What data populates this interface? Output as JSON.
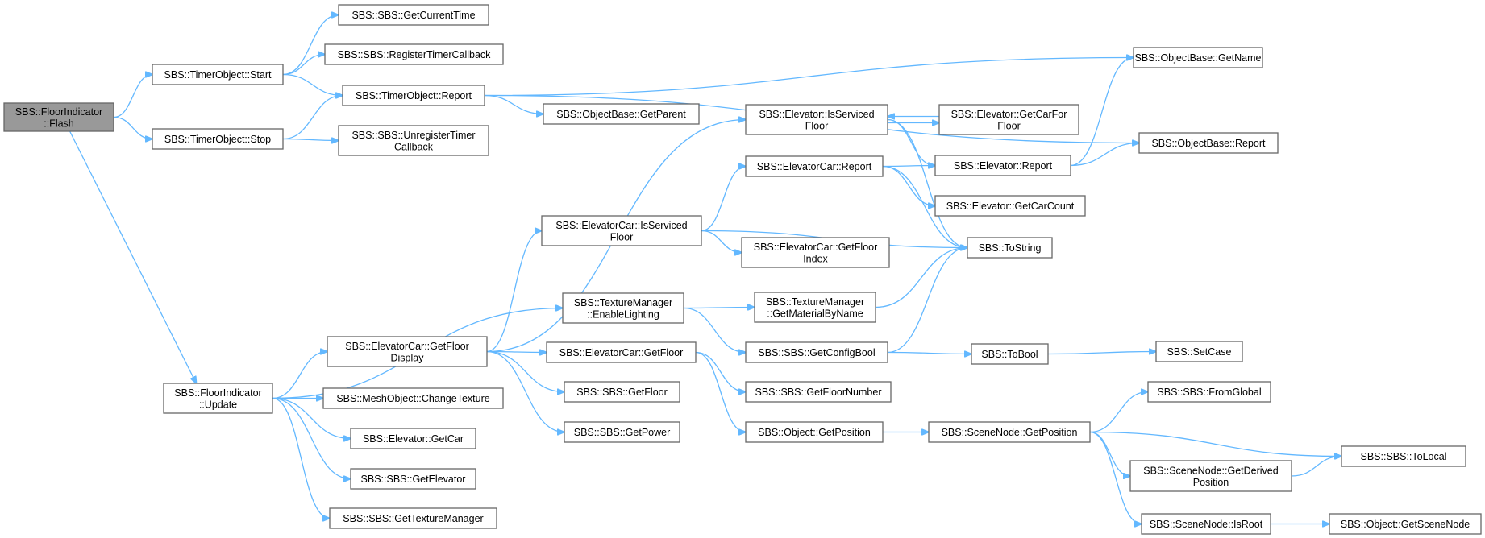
{
  "title": "",
  "colors": {
    "edge": "#63b8ff",
    "root_fill": "#999999",
    "node_fill": "#ffffff",
    "node_stroke": "#666666"
  },
  "nodes": [
    {
      "id": "flash",
      "label": [
        "SBS::FloorIndicator",
        "::Flash"
      ],
      "root": true
    },
    {
      "id": "timer_start",
      "label": [
        "SBS::TimerObject::Start"
      ]
    },
    {
      "id": "timer_stop",
      "label": [
        "SBS::TimerObject::Stop"
      ]
    },
    {
      "id": "fi_update",
      "label": [
        "SBS::FloorIndicator",
        "::Update"
      ]
    },
    {
      "id": "get_current_time",
      "label": [
        "SBS::SBS::GetCurrentTime"
      ]
    },
    {
      "id": "register_timer",
      "label": [
        "SBS::SBS::RegisterTimerCallback"
      ]
    },
    {
      "id": "timer_report",
      "label": [
        "SBS::TimerObject::Report"
      ]
    },
    {
      "id": "unregister_timer",
      "label": [
        "SBS::SBS::UnregisterTimer",
        "Callback"
      ]
    },
    {
      "id": "ob_get_parent",
      "label": [
        "SBS::ObjectBase::GetParent"
      ]
    },
    {
      "id": "ob_get_name",
      "label": [
        "SBS::ObjectBase::GetName"
      ]
    },
    {
      "id": "ob_report",
      "label": [
        "SBS::ObjectBase::Report"
      ]
    },
    {
      "id": "el_is_serviced",
      "label": [
        "SBS::Elevator::IsServiced",
        "Floor"
      ]
    },
    {
      "id": "el_get_car_for_floor",
      "label": [
        "SBS::Elevator::GetCarFor",
        "Floor"
      ]
    },
    {
      "id": "el_report",
      "label": [
        "SBS::Elevator::Report"
      ]
    },
    {
      "id": "ec_report",
      "label": [
        "SBS::ElevatorCar::Report"
      ]
    },
    {
      "id": "el_get_car_count",
      "label": [
        "SBS::Elevator::GetCarCount"
      ]
    },
    {
      "id": "ec_is_serviced",
      "label": [
        "SBS::ElevatorCar::IsServiced",
        "Floor"
      ]
    },
    {
      "id": "to_string",
      "label": [
        "SBS::ToString"
      ]
    },
    {
      "id": "ec_get_floor_index",
      "label": [
        "SBS::ElevatorCar::GetFloor",
        "Index"
      ]
    },
    {
      "id": "tm_enable_lighting",
      "label": [
        "SBS::TextureManager",
        "::EnableLighting"
      ]
    },
    {
      "id": "tm_get_material",
      "label": [
        "SBS::TextureManager",
        "::GetMaterialByName"
      ]
    },
    {
      "id": "ec_get_floor_display",
      "label": [
        "SBS::ElevatorCar::GetFloor",
        "Display"
      ]
    },
    {
      "id": "ec_get_floor",
      "label": [
        "SBS::ElevatorCar::GetFloor"
      ]
    },
    {
      "id": "sbs_get_config_bool",
      "label": [
        "SBS::SBS::GetConfigBool"
      ]
    },
    {
      "id": "to_bool",
      "label": [
        "SBS::ToBool"
      ]
    },
    {
      "id": "set_case",
      "label": [
        "SBS::SetCase"
      ]
    },
    {
      "id": "sbs_get_floor",
      "label": [
        "SBS::SBS::GetFloor"
      ]
    },
    {
      "id": "sbs_get_floor_number",
      "label": [
        "SBS::SBS::GetFloorNumber"
      ]
    },
    {
      "id": "mesh_change_texture",
      "label": [
        "SBS::MeshObject::ChangeTexture"
      ]
    },
    {
      "id": "sbs_from_global",
      "label": [
        "SBS::SBS::FromGlobal"
      ]
    },
    {
      "id": "sbs_get_power",
      "label": [
        "SBS::SBS::GetPower"
      ]
    },
    {
      "id": "obj_get_position",
      "label": [
        "SBS::Object::GetPosition"
      ]
    },
    {
      "id": "sn_get_position",
      "label": [
        "SBS::SceneNode::GetPosition"
      ]
    },
    {
      "id": "el_get_car",
      "label": [
        "SBS::Elevator::GetCar"
      ]
    },
    {
      "id": "sbs_to_local",
      "label": [
        "SBS::SBS::ToLocal"
      ]
    },
    {
      "id": "sn_get_derived",
      "label": [
        "SBS::SceneNode::GetDerived",
        "Position"
      ]
    },
    {
      "id": "sbs_get_elevator",
      "label": [
        "SBS::SBS::GetElevator"
      ]
    },
    {
      "id": "sbs_get_texture_manager",
      "label": [
        "SBS::SBS::GetTextureManager"
      ]
    },
    {
      "id": "sn_is_root",
      "label": [
        "SBS::SceneNode::IsRoot"
      ]
    },
    {
      "id": "obj_get_scene_node",
      "label": [
        "SBS::Object::GetSceneNode"
      ]
    }
  ],
  "edges": [
    [
      "flash",
      "timer_start"
    ],
    [
      "flash",
      "timer_stop"
    ],
    [
      "flash",
      "fi_update"
    ],
    [
      "timer_start",
      "get_current_time"
    ],
    [
      "timer_start",
      "register_timer"
    ],
    [
      "timer_start",
      "timer_report"
    ],
    [
      "timer_stop",
      "timer_report"
    ],
    [
      "timer_stop",
      "unregister_timer"
    ],
    [
      "timer_report",
      "ob_get_name"
    ],
    [
      "timer_report",
      "ob_get_parent"
    ],
    [
      "timer_report",
      "ob_report"
    ],
    [
      "fi_update",
      "ec_get_floor_display"
    ],
    [
      "fi_update",
      "tm_enable_lighting"
    ],
    [
      "fi_update",
      "mesh_change_texture"
    ],
    [
      "fi_update",
      "el_get_car"
    ],
    [
      "fi_update",
      "sbs_get_elevator"
    ],
    [
      "fi_update",
      "sbs_get_texture_manager"
    ],
    [
      "ec_get_floor_display",
      "el_is_serviced"
    ],
    [
      "ec_get_floor_display",
      "ec_is_serviced"
    ],
    [
      "ec_get_floor_display",
      "ec_get_floor"
    ],
    [
      "ec_get_floor_display",
      "sbs_get_floor"
    ],
    [
      "ec_get_floor_display",
      "sbs_get_power"
    ],
    [
      "el_is_serviced",
      "el_get_car_for_floor"
    ],
    [
      "el_get_car_for_floor",
      "el_is_serviced"
    ],
    [
      "el_is_serviced",
      "el_report"
    ],
    [
      "el_is_serviced",
      "to_string"
    ],
    [
      "el_report",
      "ob_get_name"
    ],
    [
      "el_report",
      "ob_report"
    ],
    [
      "ec_is_serviced",
      "ec_report"
    ],
    [
      "ec_is_serviced",
      "to_string"
    ],
    [
      "ec_is_serviced",
      "ec_get_floor_index"
    ],
    [
      "ec_report",
      "el_report"
    ],
    [
      "ec_report",
      "el_get_car_count"
    ],
    [
      "ec_report",
      "to_string"
    ],
    [
      "tm_enable_lighting",
      "tm_get_material"
    ],
    [
      "tm_enable_lighting",
      "sbs_get_config_bool"
    ],
    [
      "tm_get_material",
      "to_string"
    ],
    [
      "sbs_get_config_bool",
      "to_string"
    ],
    [
      "sbs_get_config_bool",
      "to_bool"
    ],
    [
      "to_bool",
      "set_case"
    ],
    [
      "ec_get_floor",
      "sbs_get_floor_number"
    ],
    [
      "ec_get_floor",
      "obj_get_position"
    ],
    [
      "obj_get_position",
      "sn_get_position"
    ],
    [
      "sn_get_position",
      "sbs_from_global"
    ],
    [
      "sn_get_position",
      "sbs_to_local"
    ],
    [
      "sn_get_position",
      "sn_get_derived"
    ],
    [
      "sn_get_position",
      "sn_is_root"
    ],
    [
      "sn_get_derived",
      "sbs_to_local"
    ],
    [
      "sn_is_root",
      "obj_get_scene_node"
    ]
  ]
}
